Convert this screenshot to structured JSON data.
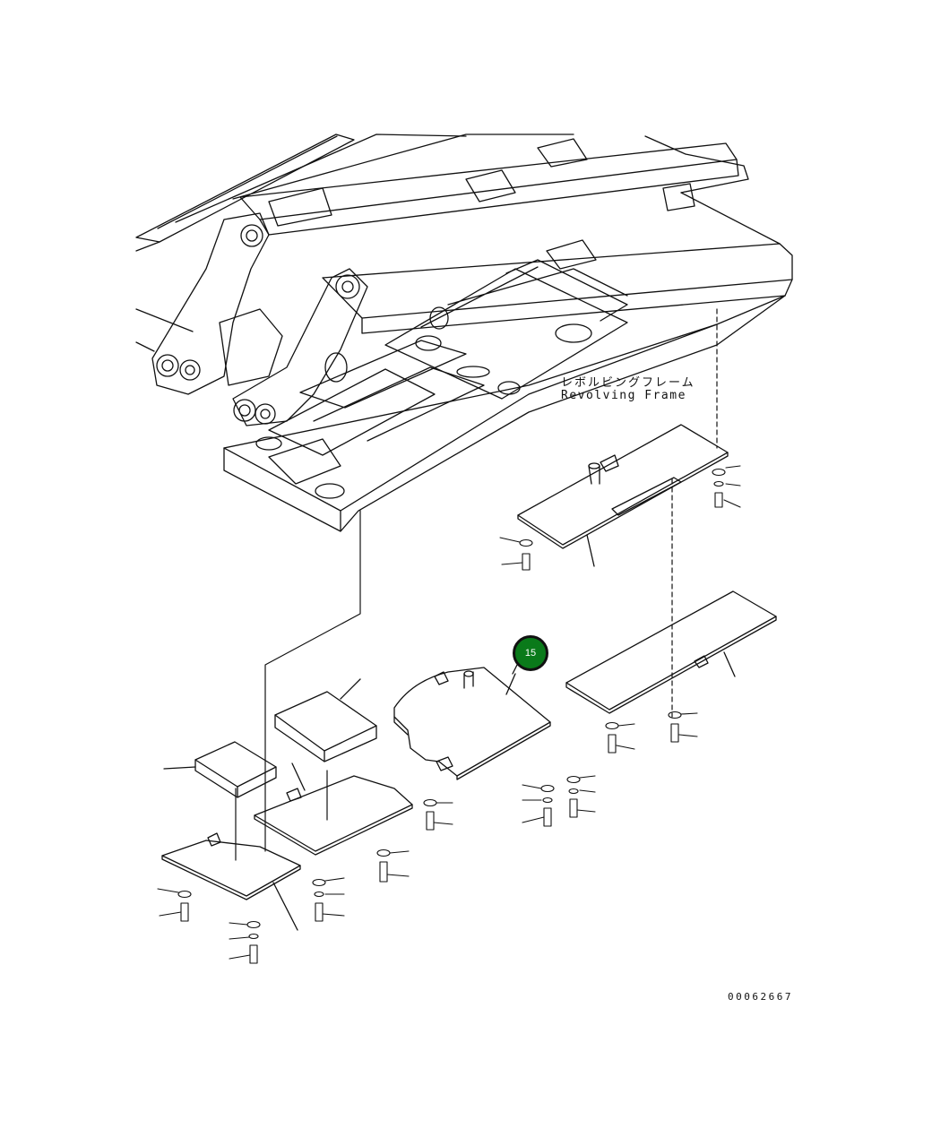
{
  "frame_label": {
    "jp": "レボルビングフレーム",
    "en": "Revolving Frame"
  },
  "callout": {
    "number": "15",
    "color": "#0a7a1a"
  },
  "drawing_number": "00062667"
}
